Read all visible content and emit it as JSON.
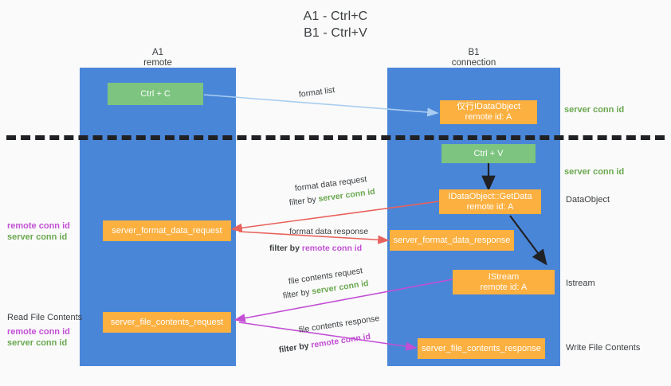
{
  "title": {
    "line1": "A1 - Ctrl+C",
    "line2": "B1 - Ctrl+V"
  },
  "lanes": [
    {
      "name": "A1",
      "role": "remote"
    },
    {
      "name": "B1",
      "role": "connection"
    }
  ],
  "boxes": {
    "ctrl_c": {
      "label": "Ctrl + C"
    },
    "ctrl_v": {
      "label": "Ctrl + V"
    },
    "idataobject": {
      "line1": "仅行IDataObject",
      "line2": "remote id: A"
    },
    "getdata": {
      "line1": "IDataObject::GetData",
      "line2": "remote id: A"
    },
    "istream": {
      "line1": "IStream",
      "line2": "remote id: A"
    },
    "server_format_data_request": {
      "label": "server_format_data_request"
    },
    "server_format_data_response": {
      "label": "server_format_data_response"
    },
    "server_file_contents_request": {
      "label": "server_file_contents_request"
    },
    "server_file_contents_response": {
      "label": "server_file_contents_response"
    }
  },
  "edge_labels": {
    "format_list": "format list",
    "format_data_request": "format data request",
    "format_data_request_filter_prefix": "filter by",
    "format_data_request_filter_value": "server conn id",
    "format_data_response": "format data response",
    "format_data_response_filter_prefix": "filter by",
    "format_data_response_filter_value": "remote conn id",
    "file_contents_request": "file contents request",
    "file_contents_request_filter_prefix": "filter by",
    "file_contents_request_filter_value": "server conn id",
    "file_contents_response": "file contents response",
    "file_contents_response_filter_prefix": "filter by",
    "file_contents_response_filter_value": "remote conn id"
  },
  "left_annotations": {
    "format_remote": "remote conn id",
    "format_server": "server conn id",
    "read_file_contents": "Read File Contents",
    "file_remote": "remote conn id",
    "file_server": "server conn id"
  },
  "right_annotations": {
    "server_conn_id_top": "server conn id",
    "server_conn_id_mid": "server conn id",
    "dataobject": "DataObject",
    "istream": "Istream",
    "write_file_contents": "Write File Contents"
  },
  "colors": {
    "lane": "#4a86d8",
    "green_box": "#7cc47f",
    "orange_box": "#fbb040",
    "green_text": "#6aa84f",
    "purple_text": "#c24fd4",
    "red_arrow": "#e8625c",
    "magenta_arrow": "#c24fd4",
    "light_blue_arrow": "#a9cdf0",
    "dark_arrow": "#202124",
    "background": "#fafafa"
  }
}
